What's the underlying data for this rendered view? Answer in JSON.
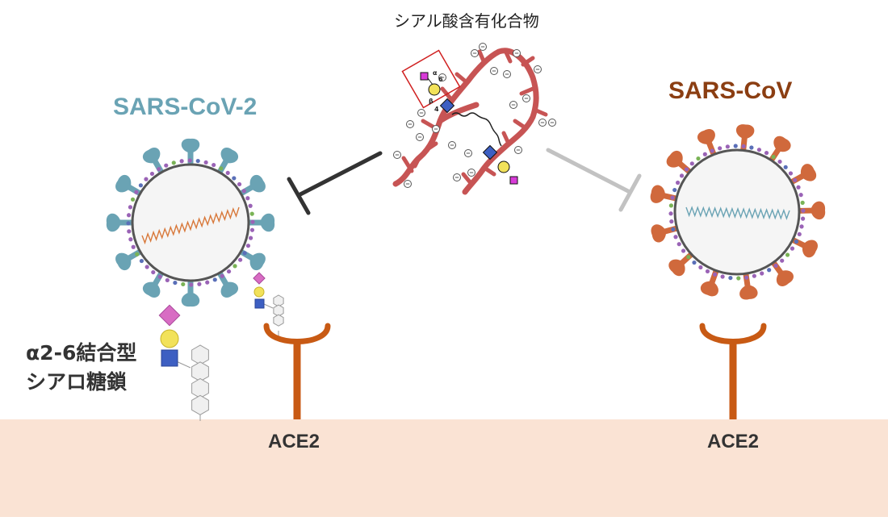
{
  "labels": {
    "sialic_compound": "シアル酸含有化合物",
    "sars_cov_2": "SARS-CoV-2",
    "sars_cov": "SARS-CoV",
    "glycan_line1": "α2-6結合型",
    "glycan_line2": "シアロ糖鎖",
    "ace2_left": "ACE2",
    "ace2_right": "ACE2"
  },
  "glycan_linkage": {
    "alpha": "α",
    "six": "6",
    "beta": "β",
    "four": "4"
  },
  "colors": {
    "cell_membrane": "#fae3d4",
    "sars_cov_2": "#6aa3b4",
    "sars_cov": "#d0693c",
    "ace2": "#c85a14",
    "compound": "#c75454",
    "sialic_acid": "#d86cc3",
    "galactose": "#f2e25a",
    "glcnac": "#3d5fc2",
    "inhibit_strong": "#333333",
    "inhibit_weak": "#c2c2c2"
  }
}
